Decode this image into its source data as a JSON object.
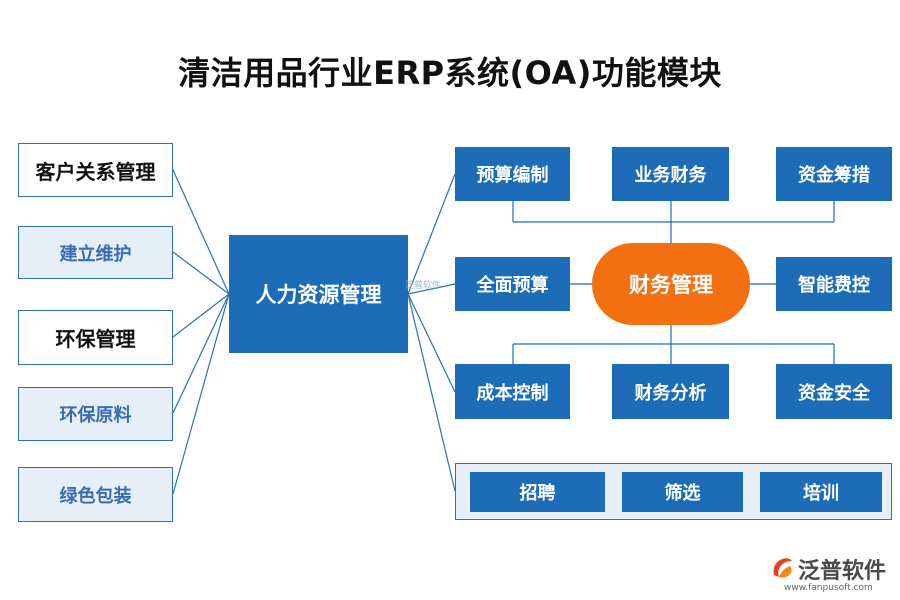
{
  "title": "清洁用品行业ERP系统(OA)功能模块",
  "left_items": [
    {
      "label": "客户关系管理",
      "style": "white"
    },
    {
      "label": "建立维护",
      "style": "light"
    },
    {
      "label": "环保管理",
      "style": "white"
    },
    {
      "label": "环保原料",
      "style": "light"
    },
    {
      "label": "绿色包装",
      "style": "light"
    }
  ],
  "center": {
    "label": "人力资源管理"
  },
  "center_watermark": "泛普软件",
  "finance": {
    "hub": "财务管理",
    "top": [
      "预算编制",
      "业务财务",
      "资金筹措"
    ],
    "middle_left": "全面预算",
    "middle_right": "智能费控",
    "bottom": [
      "成本控制",
      "财务分析",
      "资金安全"
    ]
  },
  "hr_panel": [
    "招聘",
    "筛选",
    "培训"
  ],
  "logo": {
    "name": "泛普软件",
    "url": "www.fanpusoft.com"
  },
  "colors": {
    "blue": "#1c6cb7",
    "orange": "#f36f12",
    "light": "#e6eef8",
    "border": "#2f6fb7"
  }
}
